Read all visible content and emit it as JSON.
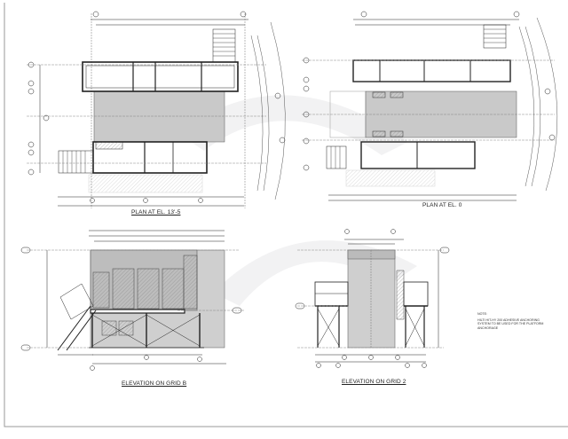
{
  "drawing": {
    "views": [
      {
        "title": "PLAN AT EL. 13'-5"
      },
      {
        "title": "PLAN AT EL. 0"
      },
      {
        "title": "ELEVATION ON GRID B"
      },
      {
        "title": "ELEVATION ON GRID 2"
      }
    ],
    "note": {
      "heading": "NOTE:",
      "text": "HILTI HIT-HY 200 ADHESIVE ANCHORING SYSTEM TO BE USED FOR THE PLATFORM ANCHORAGE"
    },
    "colors": {
      "line": "#222222",
      "fill_gray": "#c9c9c9",
      "border": "#9a9a9a"
    }
  }
}
